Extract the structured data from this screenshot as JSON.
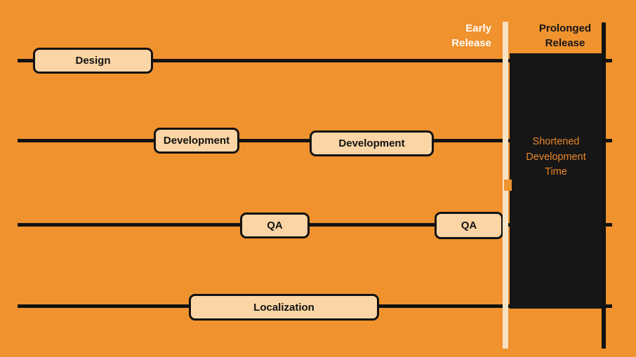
{
  "diagram": {
    "headers": {
      "early_release": "Early\nRelease",
      "prolonged_release": "Prolonged\nRelease"
    },
    "annotation": "Shortened\nDevelopment\nTime",
    "boxes": {
      "design": "Design",
      "development1": "Development",
      "development2": "Development",
      "qa1": "QA",
      "qa2": "QA",
      "localization": "Localization"
    },
    "rows": [
      {
        "label": "Design"
      },
      {
        "label": "Development"
      },
      {
        "label": "QA"
      },
      {
        "label": "Localization"
      }
    ],
    "colors": {
      "background": "#F0922E",
      "box_fill": "#FBD5A5",
      "line": "#121212",
      "dark_region": "#161616",
      "early_release_line": "#F8E2C4",
      "annotation_text": "#E8872B",
      "early_label_text": "#FFFDF6"
    }
  }
}
